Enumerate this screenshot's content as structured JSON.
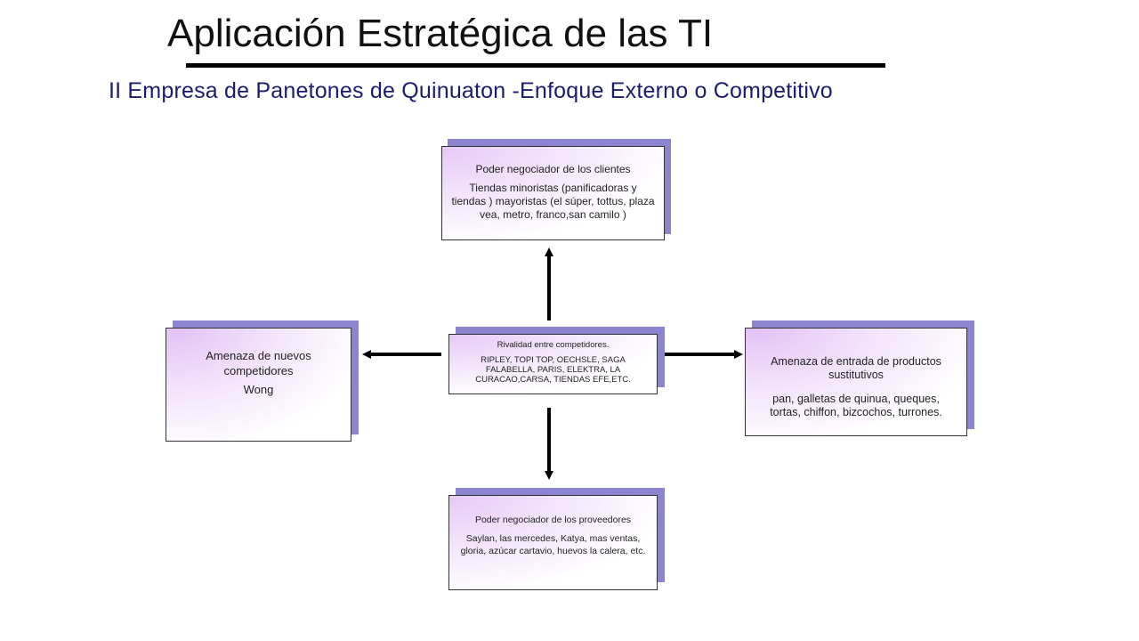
{
  "slide": {
    "title": "Aplicación Estratégica de las TI",
    "subtitle": "II Empresa de Panetones de Quinuaton -Enfoque Externo o Competitivo"
  },
  "diagram": {
    "clients": {
      "title": "Poder negociador de los clientes",
      "body": "Tiendas minoristas (panificadoras y tiendas ) mayoristas (el súper, tottus, plaza vea, metro, franco,san camilo )"
    },
    "new_competitors": {
      "title": "Amenaza de nuevos competidores",
      "body": "Wong"
    },
    "rivalry": {
      "title": "Rivalidad entre competidores.",
      "body": "RIPLEY, TOPI TOP, OECHSLE, SAGA FALABELLA, PARIS, ELEKTRA, LA CURACAO,CARSA, TIENDAS EFE,ETC."
    },
    "substitutes": {
      "title": "Amenaza de entrada de productos sustitutivos",
      "body": "pan, galletas de quinua, queques, tortas, chiffon, bizcochos, turrones."
    },
    "suppliers": {
      "title": "Poder negociador de los proveedores",
      "body": "Saylan, las mercedes, Katya, mas ventas, gloria, azúcar cartavio, huevos la calera, etc."
    },
    "colors": {
      "card_shadow": "#8c84cf",
      "card_gradient": "#e6c9f7",
      "title_rule": "#000000",
      "subtitle_text": "#1c1c6e"
    }
  }
}
